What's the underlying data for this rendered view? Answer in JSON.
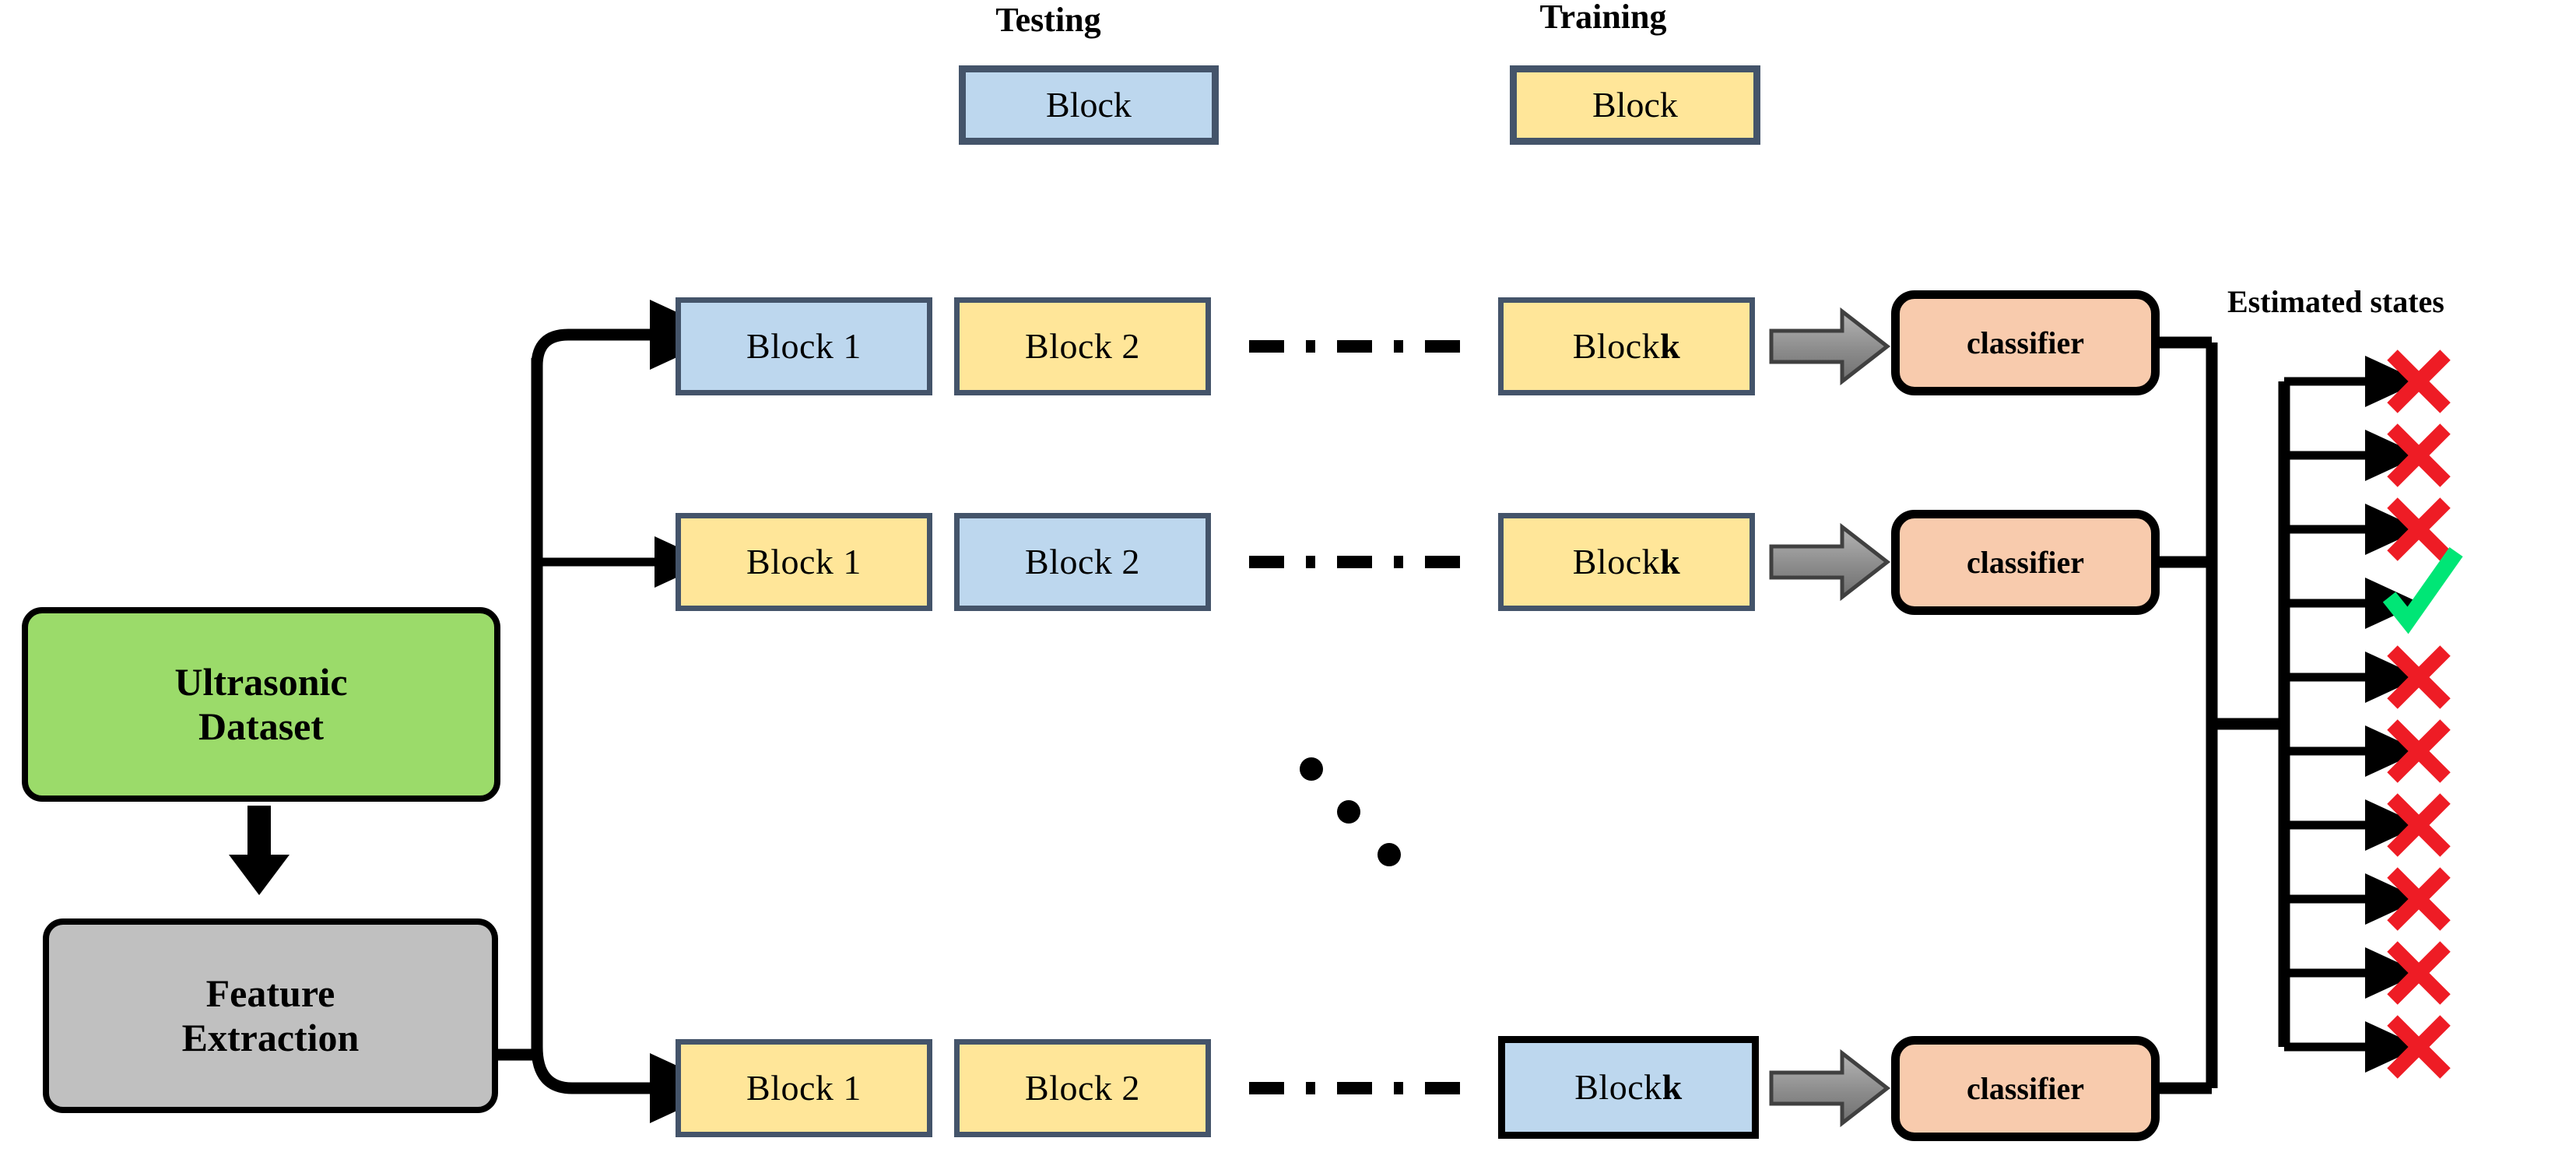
{
  "legend": {
    "testing": {
      "title": "Testing",
      "block_label": "Block",
      "color": "#bdd7ee",
      "border": "#44546a"
    },
    "training": {
      "title": "Training",
      "block_label": "Block",
      "color": "#ffe699",
      "border": "#44546a"
    }
  },
  "pipeline": {
    "dataset_box": {
      "line1": "Ultrasonic",
      "line2": "Dataset",
      "color": "#9bdb6a"
    },
    "feature_box": {
      "line1": "Feature",
      "line2": "Extraction",
      "color": "#c0c0c0"
    },
    "classifier_label": "classifier",
    "classifier_color": "#f8cbad",
    "ellipsis_marker": "dash-dot",
    "vertical_ellipsis": "three-dots"
  },
  "rows": [
    {
      "row_index": 1,
      "blocks": [
        {
          "label": "Block 1",
          "role": "testing",
          "color": "#bdd7ee"
        },
        {
          "label": "Block 2",
          "role": "training",
          "color": "#ffe699"
        },
        {
          "label_prefix": "Block ",
          "label_suffix": "k",
          "role": "training",
          "color": "#ffe699"
        }
      ],
      "classifier": "classifier"
    },
    {
      "row_index": 2,
      "blocks": [
        {
          "label": "Block 1",
          "role": "training",
          "color": "#ffe699"
        },
        {
          "label": "Block 2",
          "role": "testing",
          "color": "#bdd7ee"
        },
        {
          "label_prefix": "Block ",
          "label_suffix": "k",
          "role": "training",
          "color": "#ffe699"
        }
      ],
      "classifier": "classifier"
    },
    {
      "row_index": 3,
      "blocks": [
        {
          "label": "Block 1",
          "role": "training",
          "color": "#ffe699"
        },
        {
          "label": "Block 2",
          "role": "training",
          "color": "#ffe699"
        },
        {
          "label_prefix": "Block ",
          "label_suffix": "k",
          "role": "testing",
          "color": "#bdd7ee"
        }
      ],
      "classifier": "classifier"
    }
  ],
  "estimated_states": {
    "title": "Estimated states",
    "count": 10,
    "marks": [
      "cross",
      "cross",
      "cross",
      "check",
      "cross",
      "cross",
      "cross",
      "cross",
      "cross",
      "cross"
    ],
    "cross_color": "#ee1c25",
    "check_color": "#00e676"
  },
  "colors": {
    "block_border": "#44546a",
    "wire": "#000000",
    "gray_arrow_fill": "#8c8c8c",
    "gray_arrow_stroke": "#404040"
  }
}
